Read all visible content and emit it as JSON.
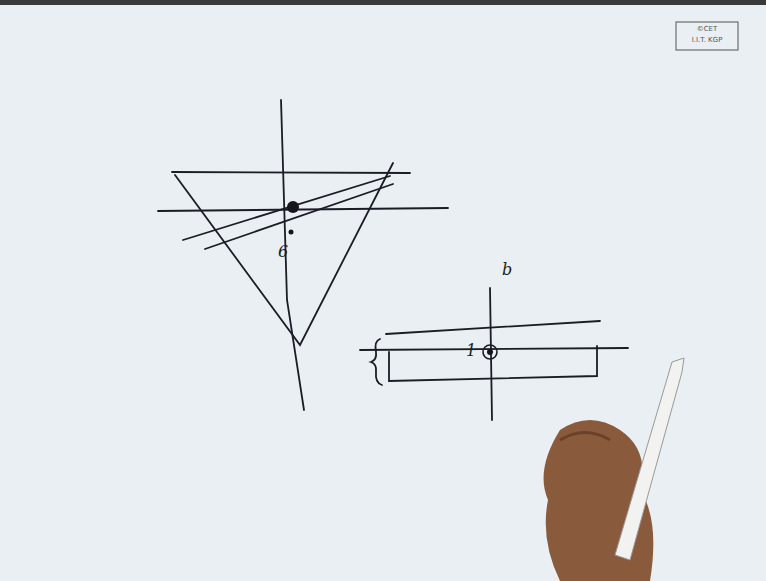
{
  "diagram": {
    "labels": [
      "©CET",
      "I.I.T. KGP",
      "6",
      "b",
      "1"
    ]
  }
}
